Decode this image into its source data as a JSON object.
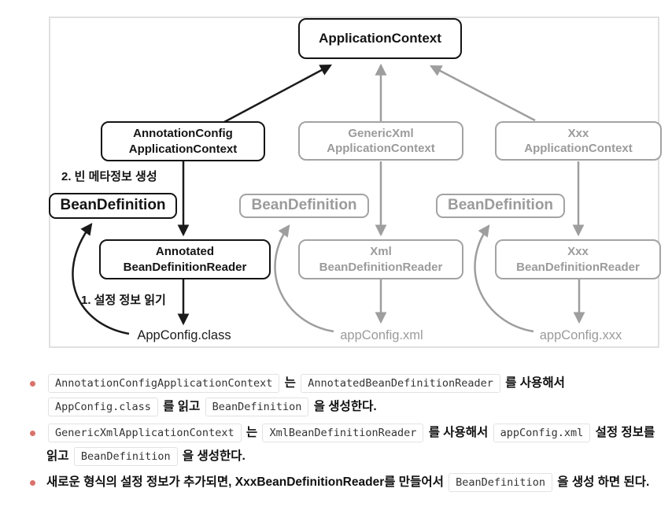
{
  "colors": {
    "diagram_black": "#141414",
    "diagram_gray": "#9b9b9b",
    "container_border": "#e0e0e0",
    "bullet_dot": "#d9726b",
    "chip_border": "#e2e2e2"
  },
  "diagram": {
    "boxes": {
      "application_context": {
        "line1": "ApplicationContext"
      },
      "annotation_config": {
        "line1": "AnnotationConfig",
        "line2": "ApplicationContext"
      },
      "generic_xml": {
        "line1": "GenericXml",
        "line2": "ApplicationContext"
      },
      "xxx_context": {
        "line1": "Xxx",
        "line2": "ApplicationContext"
      },
      "bean_definition_left": {
        "line1": "BeanDefinition"
      },
      "bean_definition_mid": {
        "line1": "BeanDefinition"
      },
      "bean_definition_right": {
        "line1": "BeanDefinition"
      },
      "annotated_reader": {
        "line1": "Annotated",
        "line2": "BeanDefinitionReader"
      },
      "xml_reader": {
        "line1": "Xml",
        "line2": "BeanDefinitionReader"
      },
      "xxx_reader": {
        "line1": "Xxx",
        "line2": "BeanDefinitionReader"
      }
    },
    "labels": {
      "step2": "2. 빈 메타정보 생성",
      "step1": "1. 설정 정보 읽기",
      "app_config_class": "AppConfig.class",
      "app_config_xml": "appConfig.xml",
      "app_config_xxx": "appConfig.xxx"
    }
  },
  "bullets": [
    {
      "segments": [
        {
          "t": "code",
          "v": "AnnotationConfigApplicationContext"
        },
        {
          "t": "text",
          "v": " 는 "
        },
        {
          "t": "code",
          "v": "AnnotatedBeanDefinitionReader"
        },
        {
          "t": "text",
          "v": " 를 사용해서 "
        },
        {
          "t": "code",
          "v": "AppConfig.class"
        },
        {
          "t": "text",
          "v": " 를 읽고 "
        },
        {
          "t": "code",
          "v": "BeanDefinition"
        },
        {
          "t": "text",
          "v": " 을 생성한다."
        }
      ]
    },
    {
      "segments": [
        {
          "t": "code",
          "v": "GenericXmlApplicationContext"
        },
        {
          "t": "text",
          "v": " 는 "
        },
        {
          "t": "code",
          "v": "XmlBeanDefinitionReader"
        },
        {
          "t": "text",
          "v": " 를 사용해서 "
        },
        {
          "t": "code",
          "v": "appConfig.xml"
        },
        {
          "t": "text",
          "v": " 설정 정보를 읽고 "
        },
        {
          "t": "code",
          "v": "BeanDefinition"
        },
        {
          "t": "text",
          "v": " 을 생성한다."
        }
      ]
    },
    {
      "segments": [
        {
          "t": "text",
          "v": "새로운 형식의 설정 정보가 추가되면, XxxBeanDefinitionReader를 만들어서 "
        },
        {
          "t": "code",
          "v": "BeanDefinition"
        },
        {
          "t": "text",
          "v": " 을 생성 하면 된다."
        }
      ]
    }
  ]
}
